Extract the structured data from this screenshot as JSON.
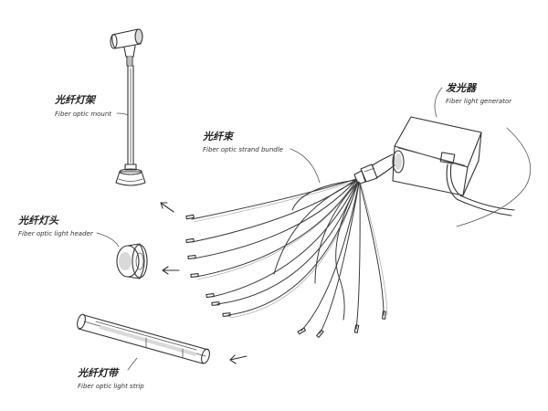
{
  "labels": {
    "mount": {
      "cn": "光纤灯架",
      "en": "Fiber optic mount"
    },
    "strand_bundle": {
      "cn": "光纤束",
      "en": "Fiber optic strand bundle"
    },
    "generator": {
      "cn": "发光器",
      "en": "Fiber light generator"
    },
    "header": {
      "cn": "光纤灯头",
      "en": "Fiber optic light header"
    },
    "strip": {
      "cn": "光纤灯带",
      "en": "Fiber optic light strip"
    }
  },
  "icons": {
    "mount": "fiber-mount-lamp-icon",
    "generator": "light-generator-box-icon",
    "header": "light-header-icon",
    "strip": "light-strip-tube-icon",
    "arrow": "arrow-left-icon"
  },
  "colors": {
    "line": "#333333",
    "background": "#ffffff"
  }
}
